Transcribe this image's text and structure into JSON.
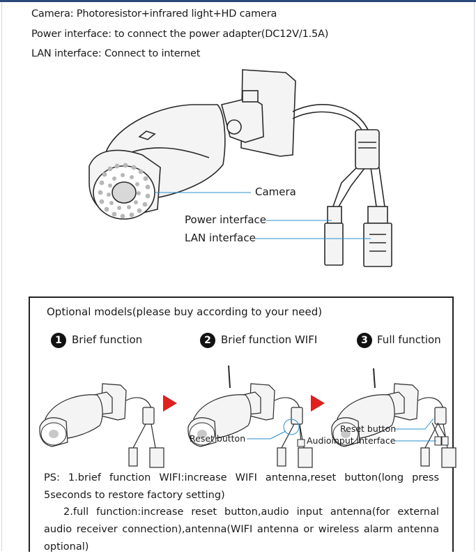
{
  "specs": [
    "Camera: Photoresistor+infrared light+HD camera",
    "Power interface: to connect the power adapter(DC12V/1.5A)",
    "LAN interface: Connect to internet"
  ],
  "hero_labels": {
    "camera": "Camera",
    "power": "Power interface",
    "lan": "LAN interface"
  },
  "models": {
    "title": "Optional models(please buy according to your need)",
    "items": [
      {
        "number": "1",
        "label": "Brief function"
      },
      {
        "number": "2",
        "label": "Brief function WIFI"
      },
      {
        "number": "3",
        "label": "Full function"
      }
    ],
    "callouts": {
      "reset_button_2": "Reset button",
      "reset_button_3": "Reset button",
      "audio_input": "Audioinput interface"
    }
  },
  "notes": {
    "line1": "PS: 1.brief function WIFI:increase WIFI antenna,reset button(long press 5seconds to restore factory setting)",
    "line2": "2.full function:increase reset button,audio input antenna(for external audio receiver connection),antenna(WIFI antenna or wireless alarm antenna optional)"
  },
  "colors": {
    "arrow": "#e0201c",
    "callout_line": "#2a8fd0",
    "frame": "#222222"
  }
}
